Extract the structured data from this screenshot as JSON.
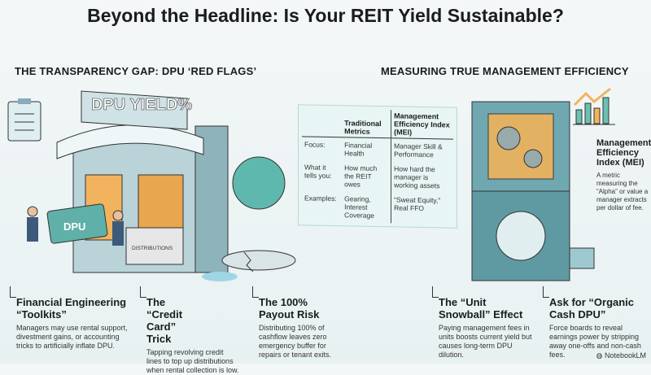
{
  "title": "Beyond the Headline: Is Your REIT Yield Sustainable?",
  "left_section": {
    "heading": "THE TRANSPARENCY GAP: DPU ‘RED FLAGS’",
    "sign": "DPU YIELD%",
    "card_label": "DPU",
    "box_label": "DISTRIBUTIONS"
  },
  "right_section": {
    "heading": "MEASURING TRUE MANAGEMENT EFFICIENCY"
  },
  "table": {
    "headers": [
      "",
      "Traditional Metrics",
      "Management Efficiency Index (MEI)"
    ],
    "rows": [
      [
        "Focus:",
        "Financial Health",
        "Manager Skill & Performance"
      ],
      [
        "What it tells you:",
        "How much the REIT owes",
        "How hard the manager is working assets"
      ],
      [
        "Examples:",
        "Gearing, Interest Coverage",
        "“Sweat Equity,” Real FFO"
      ]
    ]
  },
  "mei": {
    "title": "Management Efficiency Index (MEI)",
    "description": "A metric measuring the “Alpha” or value a manager extracts per dollar of fee."
  },
  "captions": [
    {
      "title": "Financial Engineering “Toolkits”",
      "text": "Managers may use rental support, divestment gains, or accounting tricks to artificially inflate DPU."
    },
    {
      "title": "The “Credit Card” Trick",
      "text": "Tapping revolving credit lines to top up distributions when rental collection is low."
    },
    {
      "title": "The 100% Payout Risk",
      "text": "Distributing 100% of cashflow leaves zero emergency buffer for repairs or tenant exits."
    },
    {
      "title": "The “Unit Snowball” Effect",
      "text": "Paying management fees in units boosts current yield but causes long-term DPU dilution."
    },
    {
      "title": "Ask for “Organic Cash DPU”",
      "text": "Force boards to reveal earnings power by stripping away one-offs and non-cash fees."
    }
  ],
  "brand": "NotebookLM"
}
